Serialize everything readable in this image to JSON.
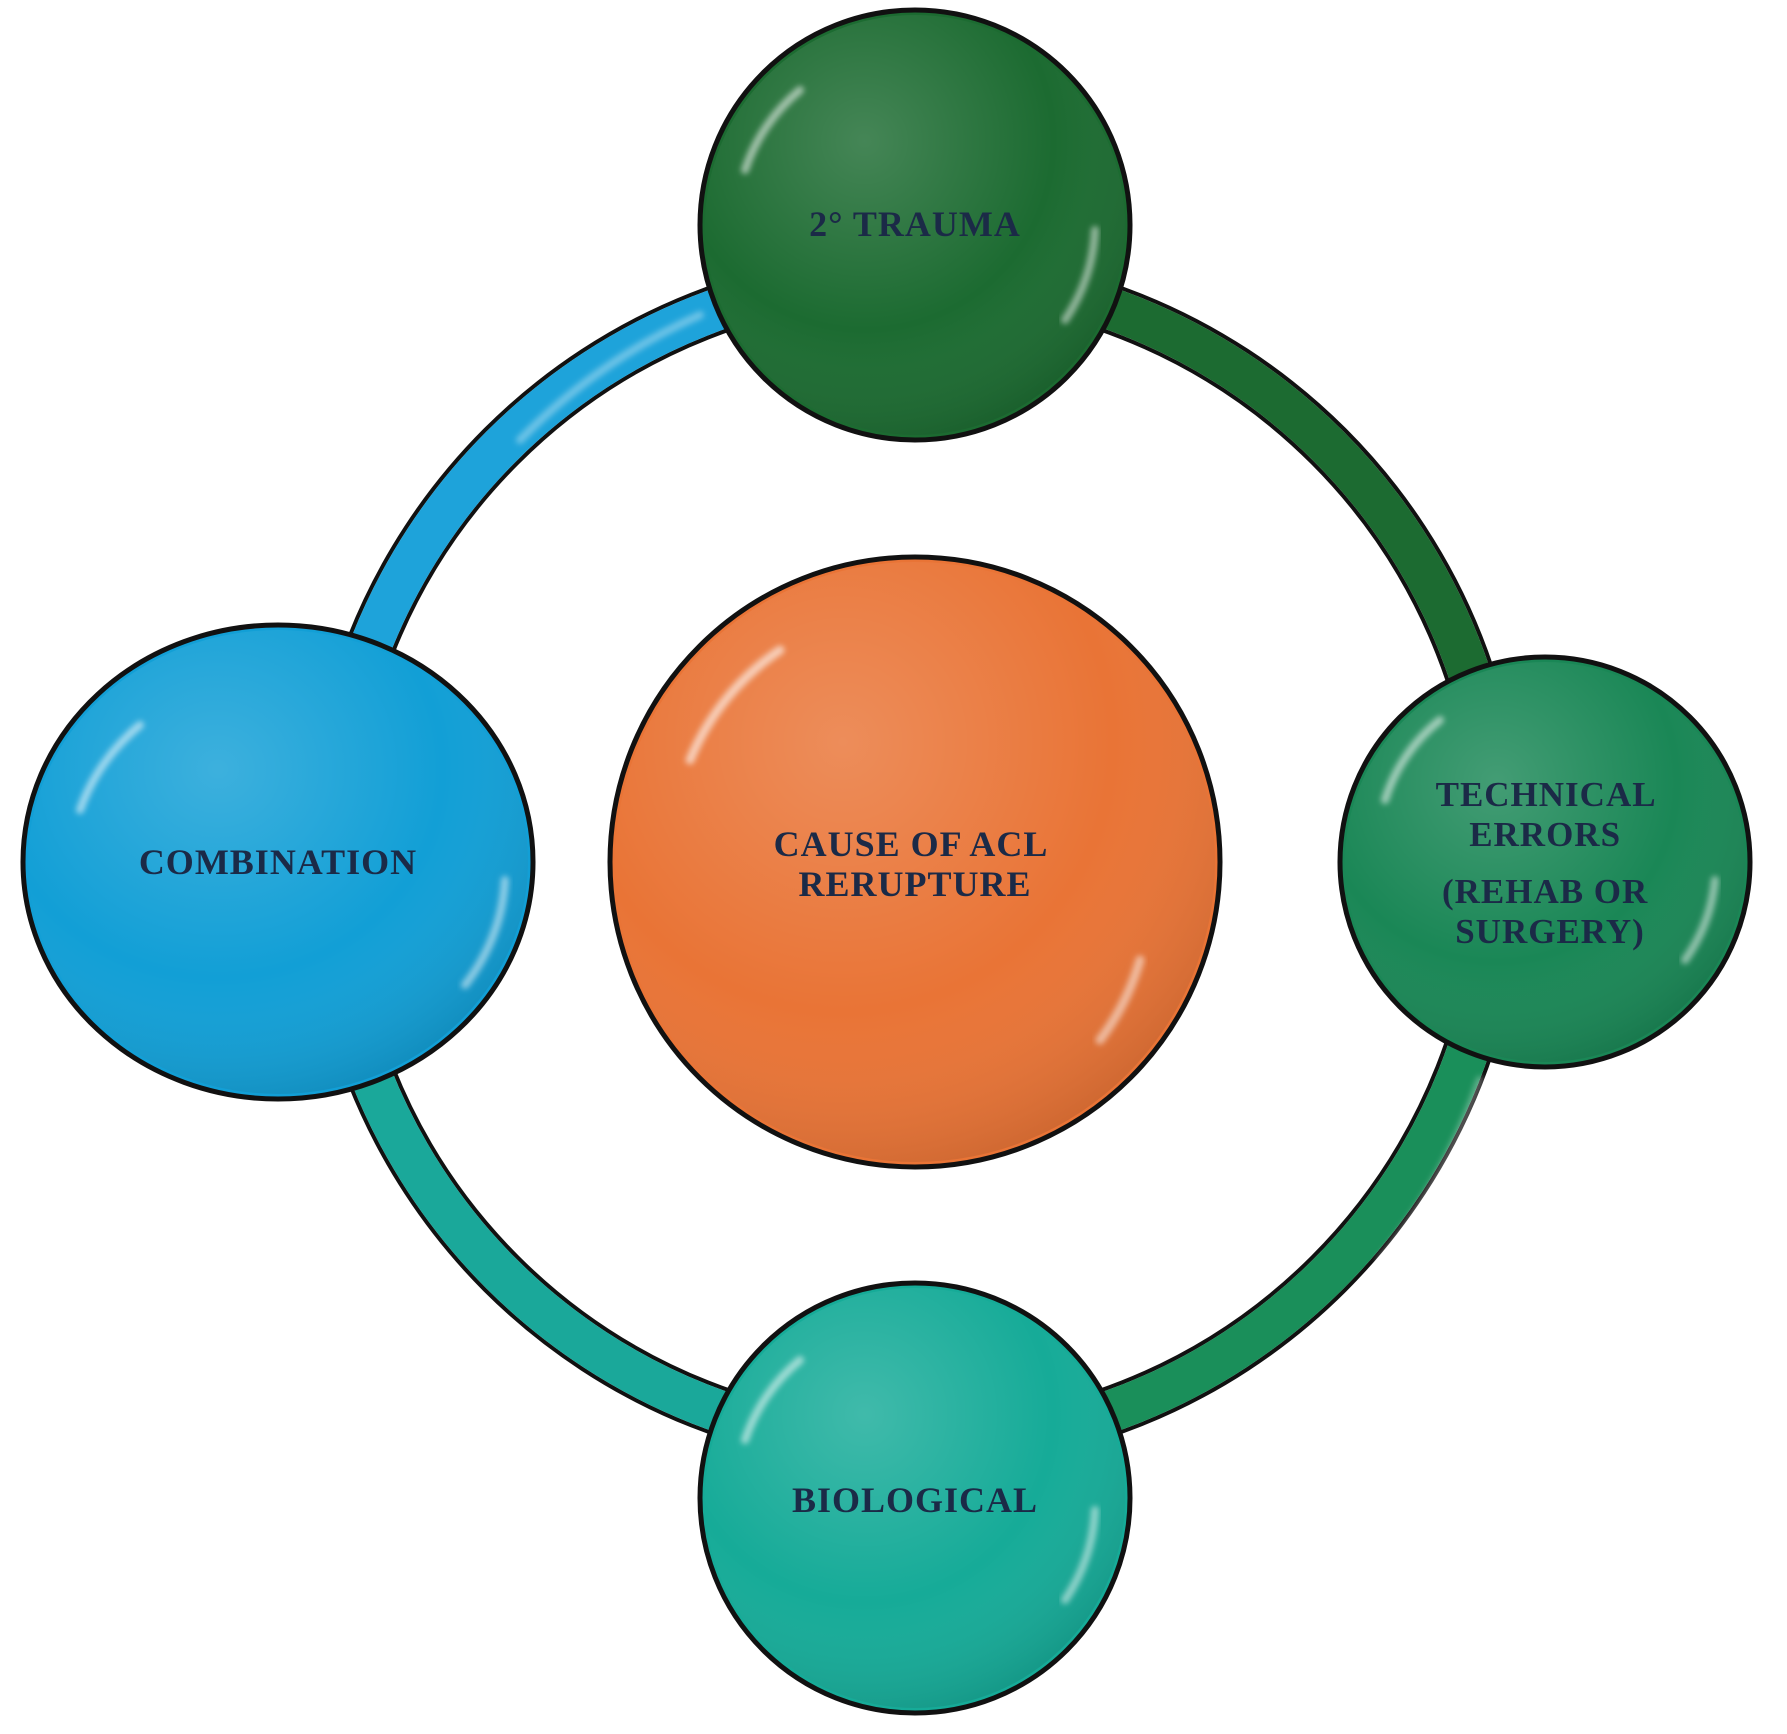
{
  "diagram": {
    "center": {
      "lines": [
        "CAUSE OF ACL",
        "RERUPTURE"
      ],
      "color": "#e97436"
    },
    "nodes": [
      {
        "id": "trauma",
        "lines": [
          "2° TRAUMA"
        ],
        "color": "#1c6b31"
      },
      {
        "id": "technical",
        "lines": [
          "TECHNICAL",
          "ERRORS",
          "(REHAB OR",
          "SURGERY)"
        ],
        "color": "#1a8756"
      },
      {
        "id": "biological",
        "lines": [
          "BIOLOGICAL"
        ],
        "color": "#16ab98"
      },
      {
        "id": "combination",
        "lines": [
          "COMBINATION"
        ],
        "color": "#129fd6"
      }
    ],
    "ring_colors": {
      "top_left": "#1ea3da",
      "top_right": "#1c6b31",
      "bottom_right": "#1a8f5a",
      "bottom_left": "#1aa89a"
    },
    "text_color": "#1b2a47"
  }
}
